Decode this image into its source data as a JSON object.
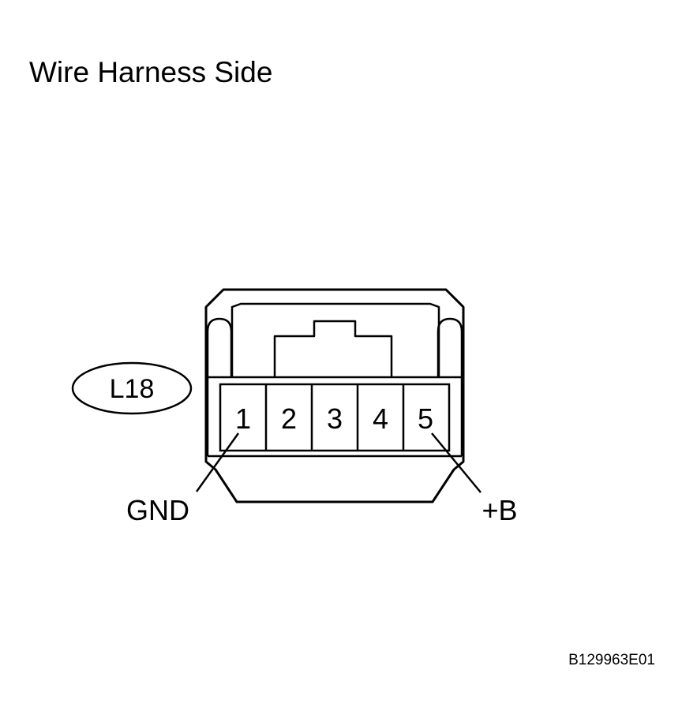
{
  "title": "Wire Harness Side",
  "connector": {
    "code": "L18",
    "pins": [
      "1",
      "2",
      "3",
      "4",
      "5"
    ],
    "callouts": {
      "pin1": "GND",
      "pin5": "+B"
    }
  },
  "figure_id": "B129963E01"
}
